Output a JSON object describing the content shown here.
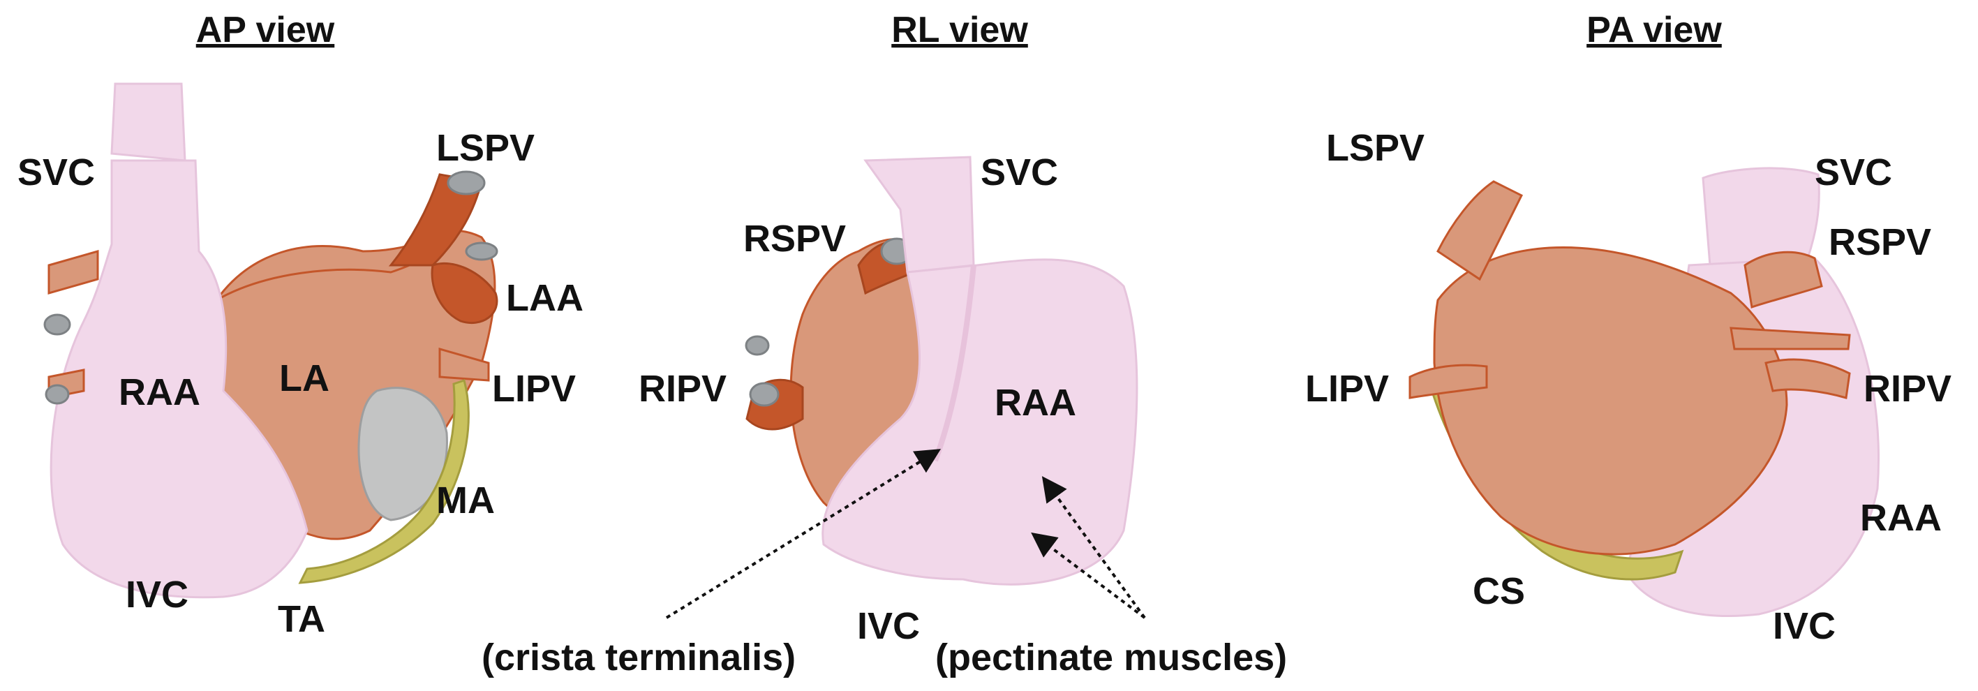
{
  "colors": {
    "right_atrium": "#f2d8ea",
    "left_atrium": "#d9987a",
    "left_atrium_dark": "#c4562a",
    "mitral_annulus": "#c3c4c4",
    "coronary_sinus": "#c9c25e",
    "vein_cap": "#9fa3a6",
    "text": "#111111"
  },
  "panels": {
    "ap": {
      "title": "AP view",
      "labels": {
        "svc": "SVC",
        "lspv": "LSPV",
        "laa": "LAA",
        "raa": "RAA",
        "la": "LA",
        "lipv": "LIPV",
        "ma": "MA",
        "ivc": "IVC",
        "ta": "TA"
      }
    },
    "rl": {
      "title": "RL view",
      "labels": {
        "svc": "SVC",
        "rspv": "RSPV",
        "ripv": "RIPV",
        "raa": "RAA",
        "ivc": "IVC",
        "crista": "(crista terminalis)",
        "pectinate": "(pectinate muscles)"
      }
    },
    "pa": {
      "title": "PA view",
      "labels": {
        "lspv": "LSPV",
        "svc": "SVC",
        "rspv": "RSPV",
        "lipv": "LIPV",
        "ripv": "RIPV",
        "raa": "RAA",
        "cs": "CS",
        "ivc": "IVC"
      }
    }
  }
}
